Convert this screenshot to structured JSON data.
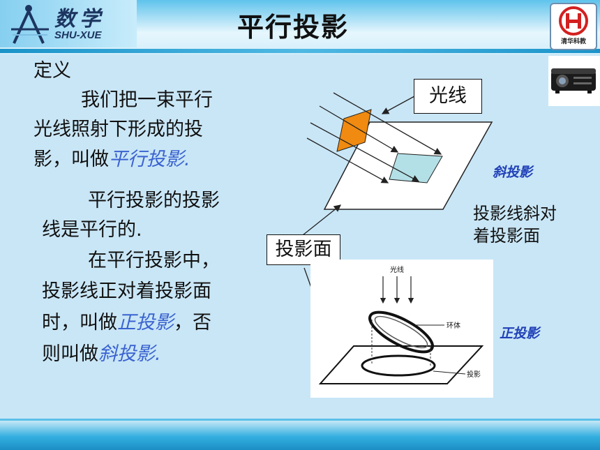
{
  "header": {
    "logo_title": "数学",
    "logo_sub": "SHU-XUE",
    "page_title": "平行投影",
    "brand_text": "清华科教"
  },
  "definition": {
    "heading": "定义",
    "line1": "我们把一束平行",
    "line2": "光线照射下形成的投",
    "line3_prefix": "影，叫做",
    "line3_term": "平行投影",
    "line3_suffix": "."
  },
  "explanation": {
    "line1": "平行投影的投影",
    "line2": "线是平行的.",
    "line3": "在平行投影中，",
    "line4": "投影线正对着投影面",
    "line5_prefix": "时，叫做",
    "line5_term": "正投影",
    "line5_suffix": "，否",
    "line6_prefix": "则叫做",
    "line6_term": "斜投影",
    "line6_suffix": "."
  },
  "diagram": {
    "light_label": "光线",
    "plane_label": "投影面",
    "oblique_label": "斜投影",
    "oblique_note_line1": "投影线斜对",
    "oblique_note_line2": "着投影面",
    "ortho_label": "正投影",
    "photo_light": "光线",
    "photo_ring": "环体",
    "photo_shadow": "投影"
  },
  "colors": {
    "background": "#c9e6f6",
    "header_blue": "#1a93c9",
    "highlight_blue": "#3a62d0",
    "source_orange": "#f08a10",
    "shadow_cyan": "#b3e0e6"
  }
}
